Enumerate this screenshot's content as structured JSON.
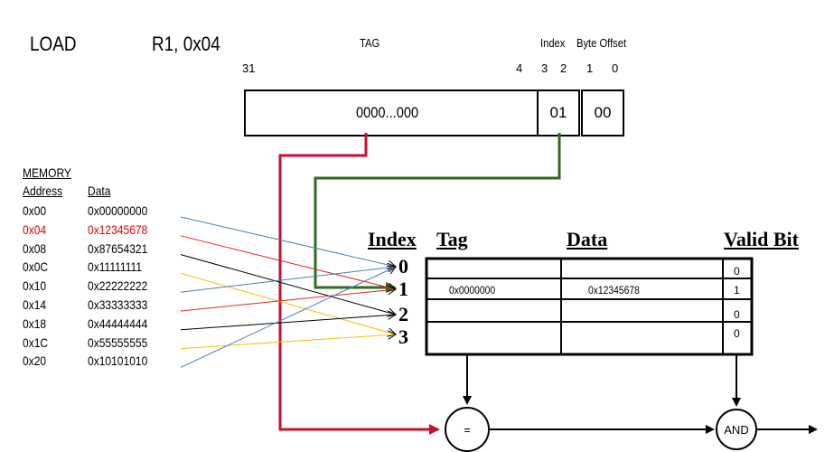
{
  "instruction": {
    "op": "LOAD",
    "operands": "R1, 0x04"
  },
  "address_fields": {
    "tag_label": "TAG",
    "index_label": "Index",
    "offset_label": "Byte  Offset",
    "bits": [
      "31",
      "4",
      "3",
      "2",
      "1",
      "0"
    ],
    "tag_value": "0000...000",
    "index_value": "01",
    "offset_value": "00"
  },
  "memory": {
    "title": "MEMORY",
    "col_address": "Address",
    "col_data": "Data",
    "rows": [
      {
        "address": "0x00",
        "data": "0x00000000",
        "highlight": false
      },
      {
        "address": "0x04",
        "data": "0x12345678",
        "highlight": true
      },
      {
        "address": "0x08",
        "data": "0x87654321",
        "highlight": false
      },
      {
        "address": "0x0C",
        "data": "0x11111111",
        "highlight": false
      },
      {
        "address": "0x10",
        "data": "0x22222222",
        "highlight": false
      },
      {
        "address": "0x14",
        "data": "0x33333333",
        "highlight": false
      },
      {
        "address": "0x18",
        "data": "0x44444444",
        "highlight": false
      },
      {
        "address": "0x1C",
        "data": "0x55555555",
        "highlight": false
      },
      {
        "address": "0x20",
        "data": "0x10101010",
        "highlight": false
      }
    ],
    "mapping_targets": [
      0,
      1,
      2,
      3,
      0,
      1,
      2,
      3,
      0
    ]
  },
  "cache": {
    "headers": {
      "index": "Index",
      "tag": "Tag",
      "data": "Data",
      "valid": "Valid Bit"
    },
    "rows": [
      {
        "index": "0",
        "tag": "",
        "data": "",
        "valid": "0"
      },
      {
        "index": "1",
        "tag": "0x0000000",
        "data": "0x12345678",
        "valid": "1"
      },
      {
        "index": "2",
        "tag": "",
        "data": "",
        "valid": "0"
      },
      {
        "index": "3",
        "tag": "",
        "data": "",
        "valid": "0"
      }
    ]
  },
  "logic": {
    "comparator": "=",
    "and_gate": "AND"
  },
  "colors": {
    "tag_wire": "#c8102e",
    "index_wire": "#2e6b1e",
    "highlight_text": "#e60000",
    "mapping_lines": [
      "#4a7ebb",
      "#e8232a",
      "#000000",
      "#f5c000",
      "#4a7ebb",
      "#e8232a",
      "#000000",
      "#f5c000",
      "#4a7ebb"
    ]
  }
}
